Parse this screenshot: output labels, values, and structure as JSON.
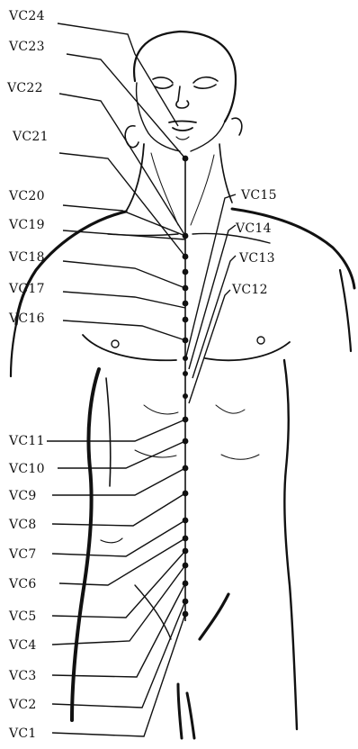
{
  "diagram": {
    "labels": {
      "VC24": "VC24",
      "VC23": "VC23",
      "VC22": "VC22",
      "VC21": "VC21",
      "VC20": "VC20",
      "VC19": "VC19",
      "VC18": "VC18",
      "VC17": "VC17",
      "VC16": "VC16",
      "VC15": "VC15",
      "VC14": "VC14",
      "VC13": "VC13",
      "VC12": "VC12",
      "VC11": "VC11",
      "VC10": "VC10",
      "VC9": "VC9",
      "VC8": "VC8",
      "VC7": "VC7",
      "VC6": "VC6",
      "VC5": "VC5",
      "VC4": "VC4",
      "VC3": "VC3",
      "VC2": "VC2",
      "VC1": "VC1"
    },
    "colors": {
      "ink": "#111111",
      "background": "#ffffff"
    }
  }
}
